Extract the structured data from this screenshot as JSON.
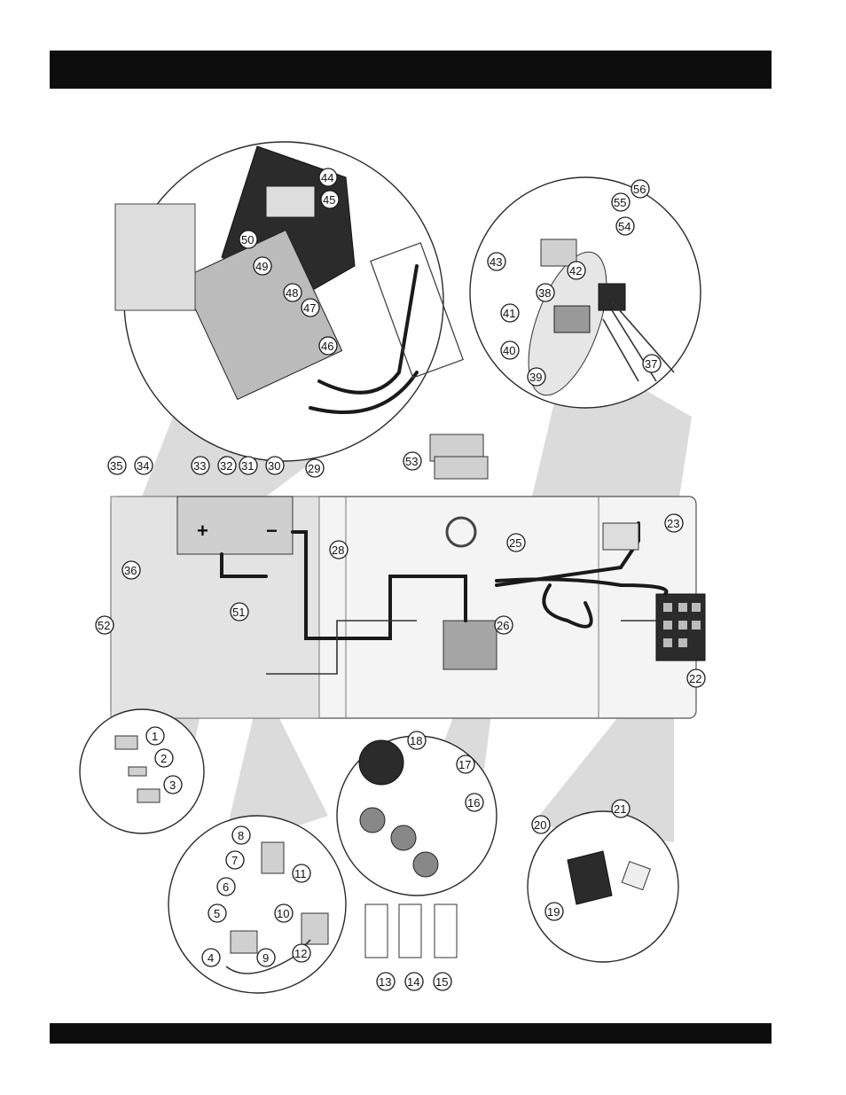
{
  "header": {
    "title": ""
  },
  "footer": {
    "text": ""
  },
  "diagram": {
    "callouts": [
      "1",
      "2",
      "3",
      "4",
      "5",
      "6",
      "7",
      "8",
      "9",
      "10",
      "11",
      "12",
      "13",
      "14",
      "15",
      "16",
      "17",
      "18",
      "19",
      "20",
      "21",
      "22",
      "23",
      "25",
      "26",
      "28",
      "29",
      "30",
      "31",
      "32",
      "33",
      "34",
      "35",
      "36",
      "37",
      "38",
      "39",
      "40",
      "41",
      "42",
      "43",
      "44",
      "45",
      "46",
      "47",
      "48",
      "49",
      "50",
      "51",
      "52",
      "53",
      "54",
      "55",
      "56"
    ],
    "battery_plus": "+",
    "battery_minus": "−"
  }
}
